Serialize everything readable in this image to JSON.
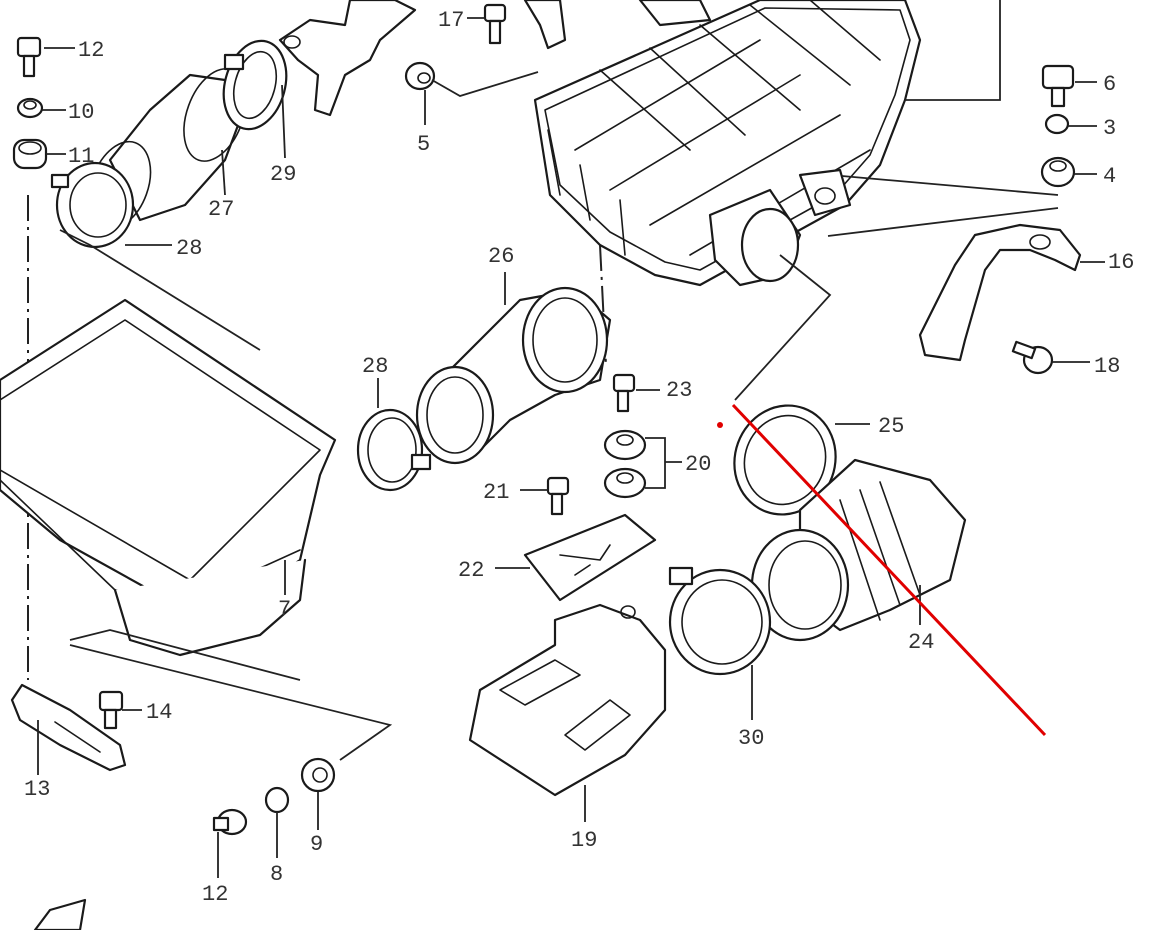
{
  "callouts": {
    "c17": "17",
    "c12a": "12",
    "c10": "10",
    "c11": "11",
    "c27": "27",
    "c29": "29",
    "c28a": "28",
    "c5": "5",
    "c6": "6",
    "c3": "3",
    "c4": "4",
    "c16": "16",
    "c26": "26",
    "c28b": "28",
    "c23": "23",
    "c18": "18",
    "c25": "25",
    "c20": "20",
    "c21": "21",
    "c22": "22",
    "c7": "7",
    "c24": "24",
    "c14": "14",
    "c13": "13",
    "c30": "30",
    "c9": "9",
    "c8": "8",
    "c19": "19",
    "c12b": "12"
  },
  "colors": {
    "line": "#1a1a1a",
    "label": "#333333",
    "annotation": "#e00000"
  },
  "annotation": {
    "type": "red-line",
    "color": "#e00000"
  }
}
